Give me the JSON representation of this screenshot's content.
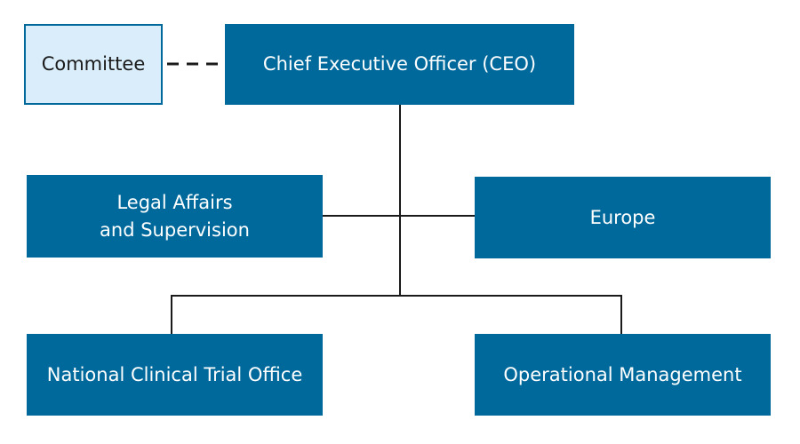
{
  "org_chart": {
    "committee": "Committee",
    "ceo": "Chief Executive Officer (CEO)",
    "legal": "Legal Affairs\nand Supervision",
    "europe": "Europe",
    "national_clinical_trial_office": "National Clinical Trial Office",
    "operational_management": "Operational Management"
  },
  "colors": {
    "box_fill": "#00699c",
    "committee_fill": "#d9edfa",
    "connector": "#1a1a1a"
  }
}
